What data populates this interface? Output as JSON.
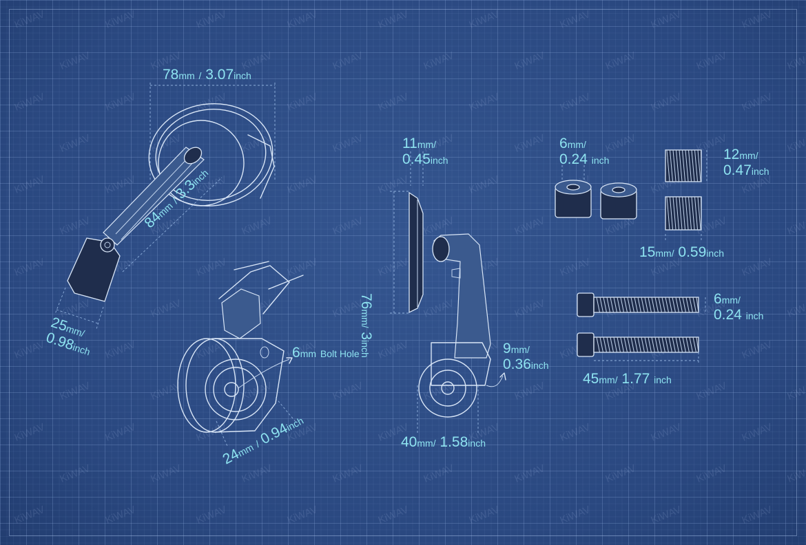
{
  "watermark": "KiWAV",
  "colors": {
    "background": "#2c4b83",
    "line": "#d9e6f7",
    "label": "#8ee3f0",
    "dimension": "#8fb0dc"
  },
  "dimensions": {
    "mirror_width": {
      "value": "78",
      "unit": "mm",
      "sep": "/",
      "value2": "3.07",
      "unit2": "inch"
    },
    "arm_length": {
      "value": "84",
      "unit": "mm",
      "sep": "/",
      "value2": "3.3",
      "unit2": "inch"
    },
    "clamp_width": {
      "value": "25",
      "unit": "mm",
      "sep": "/",
      "value2": "0.98",
      "unit2": "inch"
    },
    "bolt_hole": {
      "value": "6",
      "unit": "mm",
      "text": "Bolt Hole"
    },
    "mount_diameter": {
      "value": "24",
      "unit": "mm",
      "sep": "/",
      "value2": "0.94",
      "unit2": "inch"
    },
    "mirror_thickness": {
      "value": "11",
      "unit": "mm",
      "sep": "/",
      "value2": "0.45",
      "unit2": "inch"
    },
    "mirror_height": {
      "value": "76",
      "unit": "mm",
      "sep": "/",
      "value2": "3",
      "unit2": "inch"
    },
    "base_offset": {
      "value": "9",
      "unit": "mm",
      "sep": "/",
      "value2": "0.36",
      "unit2": "inch"
    },
    "base_diameter": {
      "value": "40",
      "unit": "mm",
      "sep": "/",
      "value2": "1.58",
      "unit2": "inch"
    },
    "spacer_height": {
      "value": "6",
      "unit": "mm",
      "sep": "/",
      "value2": "0.24",
      "unit2": "inch"
    },
    "spring_length_a": {
      "value": "12",
      "unit": "mm",
      "sep": "/",
      "value2": "0.47",
      "unit2": "inch"
    },
    "spring_length_b": {
      "value": "15",
      "unit": "mm",
      "sep": "/",
      "value2": "0.59",
      "unit2": "inch"
    },
    "bolt_diameter": {
      "value": "6",
      "unit": "mm",
      "sep": "/",
      "value2": "0.24",
      "unit2": "inch"
    },
    "bolt_length": {
      "value": "45",
      "unit": "mm",
      "sep": "/",
      "value2": "1.77",
      "unit2": "inch"
    }
  }
}
